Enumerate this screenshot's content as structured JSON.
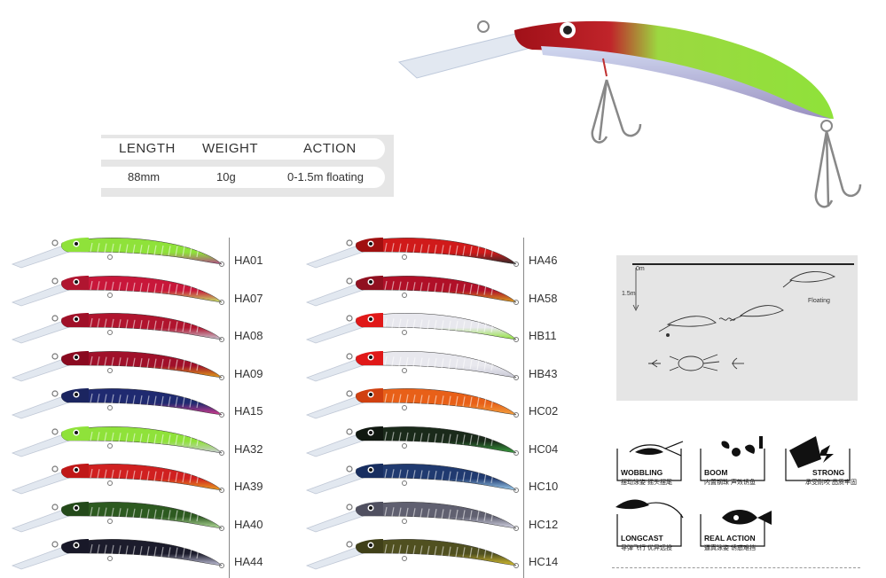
{
  "specs": {
    "headers": [
      "LENGTH",
      "WEIGHT",
      "ACTION"
    ],
    "values": [
      "88mm",
      "10g",
      "0-1.5m floating"
    ]
  },
  "lures_left": [
    {
      "code": "HA01",
      "top": "#8fe23a",
      "bottom": "#b24a86",
      "head": "#8fe23a"
    },
    {
      "code": "HA07",
      "top": "#c8173a",
      "bottom": "#c4e86a",
      "head": "#b01530"
    },
    {
      "code": "HA08",
      "top": "#b0142e",
      "bottom": "#c9c9d6",
      "head": "#a01028"
    },
    {
      "code": "HA09",
      "top": "#a0102a",
      "bottom": "#e2a21a",
      "head": "#8a0a20"
    },
    {
      "code": "HA15",
      "top": "#1f2a70",
      "bottom": "#d63b8f",
      "head": "#1b2560"
    },
    {
      "code": "HA32",
      "top": "#8fe23a",
      "bottom": "#c9c9d6",
      "head": "#8fe23a"
    },
    {
      "code": "HA39",
      "top": "#d02020",
      "bottom": "#e8a020",
      "head": "#c01818"
    },
    {
      "code": "HA40",
      "top": "#2d5a20",
      "bottom": "#b8e0a0",
      "head": "#244a1a"
    },
    {
      "code": "HA44",
      "top": "#1c1c2c",
      "bottom": "#c8c8e0",
      "head": "#181828"
    }
  ],
  "lures_right": [
    {
      "code": "HA46",
      "top": "#d01a1a",
      "bottom": "#2a2a2a",
      "head": "#a01010"
    },
    {
      "code": "HA58",
      "top": "#b01028",
      "bottom": "#d8a020",
      "head": "#901020"
    },
    {
      "code": "HB11",
      "top": "#e8e8ee",
      "bottom": "#8fe23a",
      "head": "#e01818"
    },
    {
      "code": "HB43",
      "top": "#e8e8ee",
      "bottom": "#c9c9d6",
      "head": "#e01818"
    },
    {
      "code": "HC02",
      "top": "#e86018",
      "bottom": "#f0a040",
      "head": "#d04010"
    },
    {
      "code": "HC04",
      "top": "#1a2a1a",
      "bottom": "#3aa040",
      "head": "#101810"
    },
    {
      "code": "HC10",
      "top": "#203a70",
      "bottom": "#a0d0f0",
      "head": "#182e60"
    },
    {
      "code": "HC12",
      "top": "#606070",
      "bottom": "#d8d8e8",
      "head": "#505060"
    },
    {
      "code": "HC14",
      "top": "#505020",
      "bottom": "#d8c030",
      "head": "#404018"
    }
  ],
  "diagram": {
    "depth_top": "0m",
    "depth_bottom": "1.5m",
    "state_label": "Floating"
  },
  "features": [
    {
      "title": "WOBBLING",
      "subtitle": "摆动泳姿 摇头摆尾"
    },
    {
      "title": "BOOM",
      "subtitle": "内置钢珠 声效诱鱼"
    },
    {
      "title": "STRONG",
      "subtitle": "承受耐咬 品质牢固"
    },
    {
      "title": "LONGCAST",
      "subtitle": "导弹飞行 优异远投"
    },
    {
      "title": "REAL ACTION",
      "subtitle": "逼真泳姿 诱惑难挡"
    }
  ]
}
